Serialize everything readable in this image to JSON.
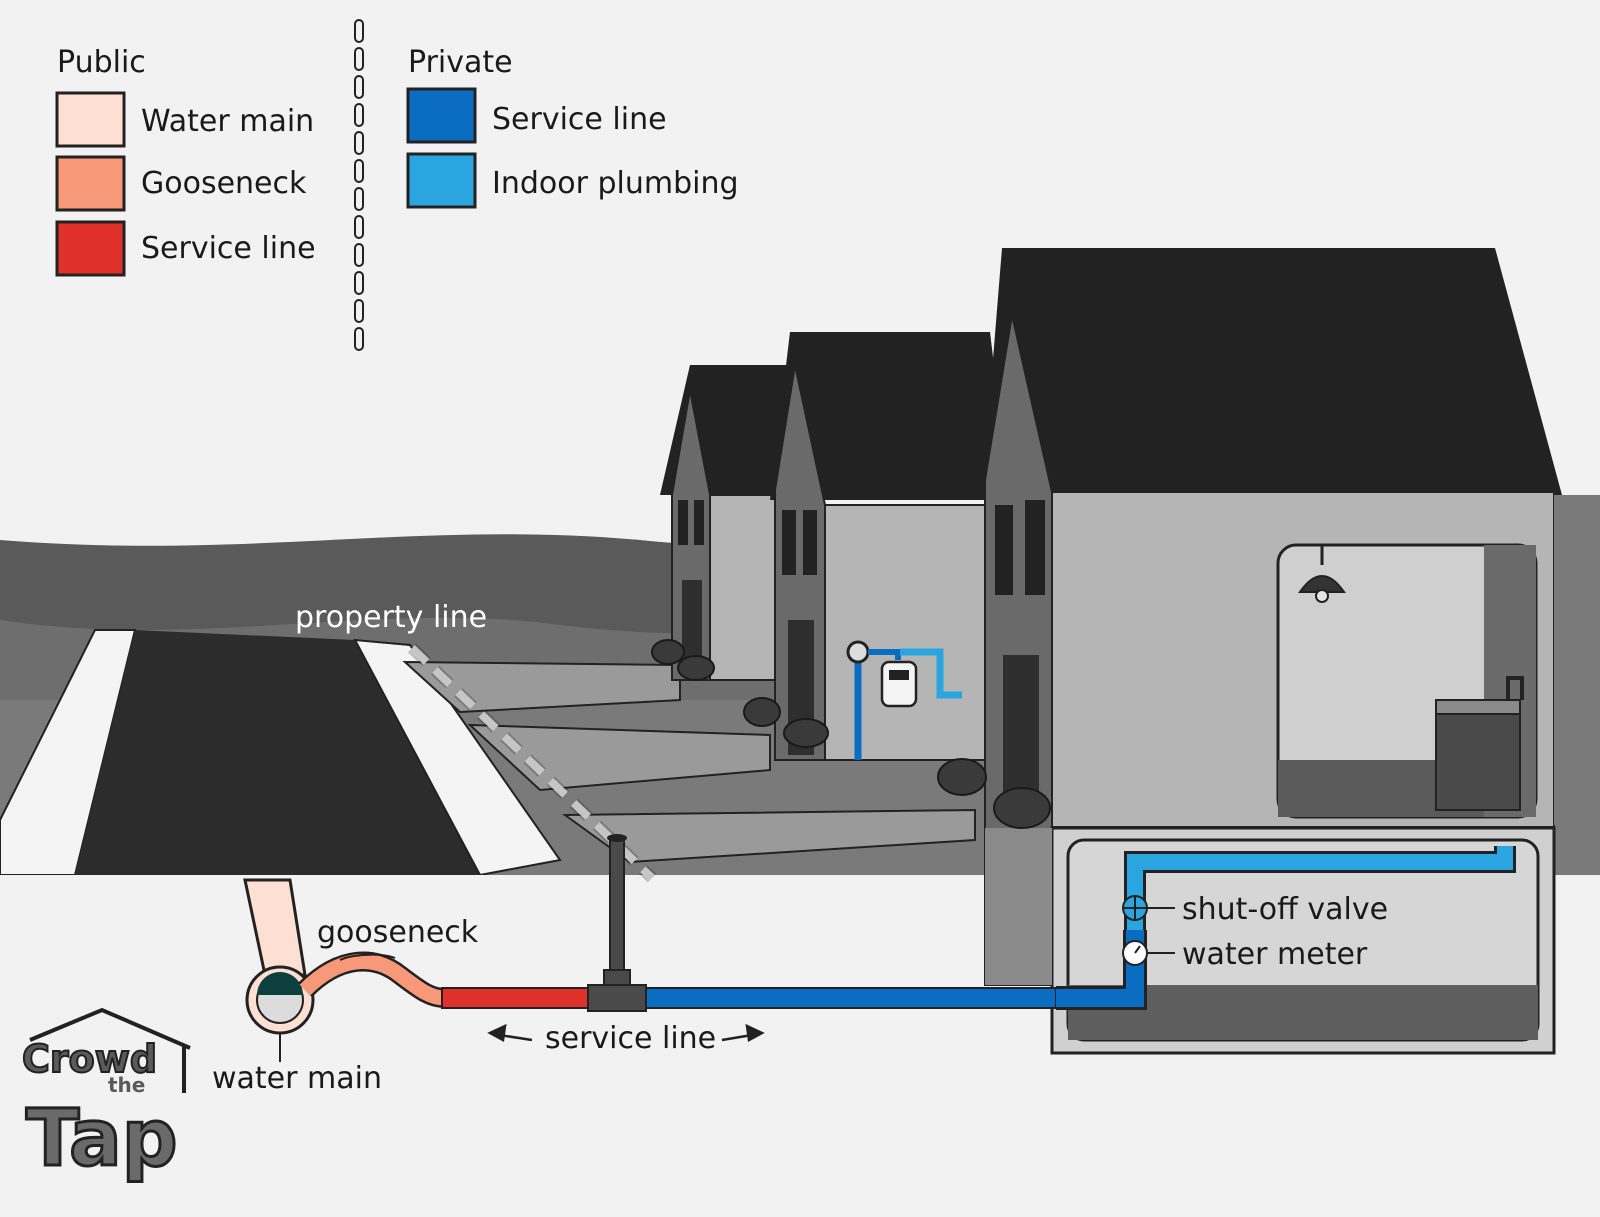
{
  "legend": {
    "public": {
      "title": "Public",
      "items": [
        {
          "label": "Water main",
          "color": "#fde0d3"
        },
        {
          "label": "Gooseneck",
          "color": "#f79878"
        },
        {
          "label": "Service line",
          "color": "#e0302a"
        }
      ]
    },
    "private": {
      "title": "Private",
      "items": [
        {
          "label": "Service line",
          "color": "#0a6dc2"
        },
        {
          "label": "Indoor plumbing",
          "color": "#2aa5e0"
        }
      ]
    }
  },
  "annotations": {
    "property_line": "property line",
    "gooseneck": "gooseneck",
    "water_main": "water main",
    "service_line": "service line",
    "shut_off_valve": "shut-off valve",
    "water_meter": "water meter"
  },
  "logo": {
    "line1": "Crowd",
    "line2": "the",
    "line3": "Tap"
  }
}
